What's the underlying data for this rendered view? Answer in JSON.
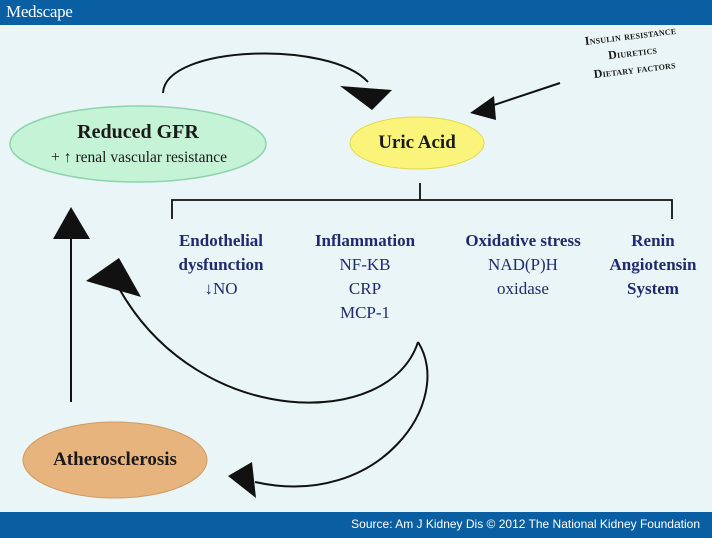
{
  "header": {
    "logo": "Medscape"
  },
  "footer": {
    "source": "Source: Am J Kidney Dis © 2012 The National Kidney Foundation"
  },
  "nodes": {
    "reduced_gfr": {
      "title": "Reduced GFR",
      "prefix": "+",
      "arrow_glyph": "↑",
      "subtitle": "renal vascular resistance",
      "color": "#c4f3d6"
    },
    "uric_acid": {
      "label": "Uric Acid",
      "color": "#fbf47a"
    },
    "atherosclerosis": {
      "label": "Atherosclerosis",
      "color": "#e7b47e"
    }
  },
  "factors": [
    "Insulin resistance",
    "Diuretics",
    "Dietary factors"
  ],
  "mechanisms": [
    {
      "heading": "Endothelial",
      "heading2": "dysfunction",
      "arrow_glyph": "↓",
      "detail": "NO"
    },
    {
      "heading": "Inflammation",
      "lines": [
        "NF-KB",
        "CRP",
        "MCP-1"
      ]
    },
    {
      "heading": "Oxidative stress",
      "lines": [
        "NAD(P)H",
        "oxidase"
      ]
    },
    {
      "heading": "Renin",
      "heading2": "Angiotensin",
      "heading3": "System"
    }
  ]
}
